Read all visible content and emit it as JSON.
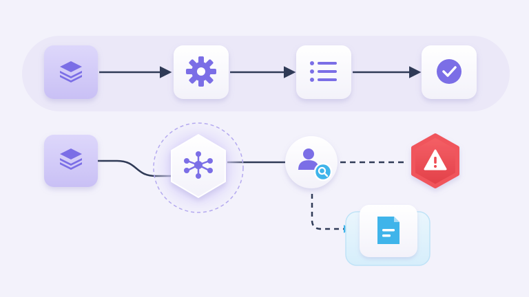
{
  "colors": {
    "background": "#f3f2fb",
    "lane": "#ebe8f8",
    "accent_purple": "#7b6ee6",
    "accent_purple_light": "#d9d3fa",
    "accent_blue": "#3fb4ea",
    "alert_red": "#ef4b53",
    "connector": "#2f3a56",
    "card_white": "#ffffff"
  },
  "pipelines": [
    {
      "kind": "linear-flow",
      "nodes": [
        {
          "icon": "layers-icon",
          "tile": "purple"
        },
        {
          "icon": "gear-icon",
          "tile": "white"
        },
        {
          "icon": "list-icon",
          "tile": "white"
        },
        {
          "icon": "check-circle-icon",
          "tile": "white"
        }
      ],
      "connectors": [
        "arrow",
        "arrow",
        "arrow"
      ]
    },
    {
      "kind": "branching-flow",
      "nodes": [
        {
          "icon": "layers-icon",
          "tile": "purple"
        },
        {
          "icon": "network-hub-icon",
          "tile": "white-hexagon",
          "highlighted": true
        },
        {
          "icon": "user-search-icon",
          "tile": "white-circle"
        },
        {
          "icon": "warning-icon",
          "tile": "red-hexagon"
        },
        {
          "icon": "document-icon",
          "tile": "white",
          "highlighted": true
        }
      ],
      "connectors": [
        "curve",
        "solid",
        "dashed",
        "dashed-arrow"
      ]
    }
  ]
}
